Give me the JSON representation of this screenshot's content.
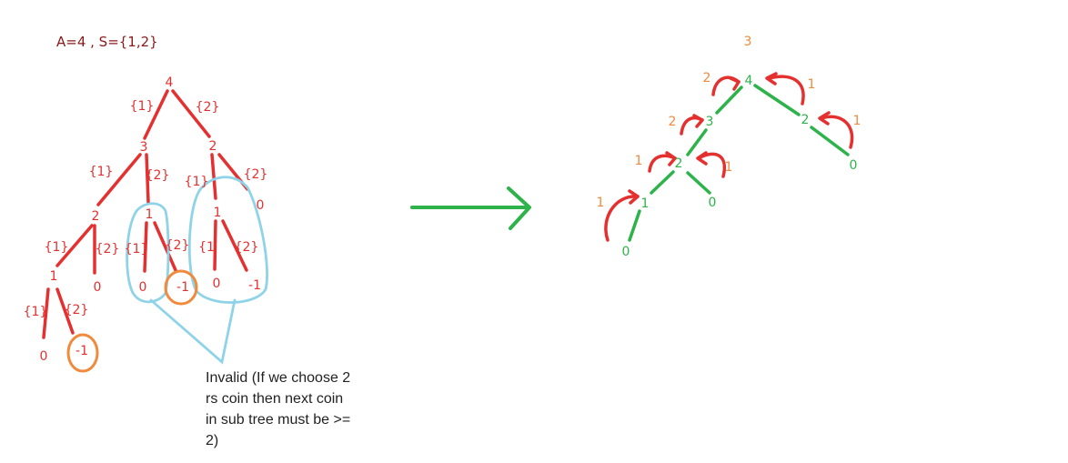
{
  "title": "A=4 , S={1,2}",
  "left_tree": {
    "nodes": {
      "n4": "4",
      "n3": "3",
      "n2r": "2",
      "n2l": "2",
      "n1a": "1",
      "n0r": "0",
      "n1l": "1",
      "n0b": "0",
      "n0a": "0",
      "nm1a": "-1",
      "n1b": "1",
      "n0c": "0",
      "nm1b": "-1",
      "n0d": "0",
      "nm1c": "-1"
    },
    "edge_labels": {
      "e4_3": "{1}",
      "e4_2": "{2}",
      "e3_2": "{1}",
      "e3_1": "{2}",
      "e2_1b": "{1}",
      "e2_0r": "{2}",
      "e2_1": "{1}",
      "e2_0": "{2}",
      "e1a_0": "{1}",
      "e1a_m1": "{2}",
      "e1b_0": "{1",
      "e1b_m1": "{2}",
      "e1_0": "{1}",
      "e1_m1": "{2}"
    }
  },
  "note_lines": [
    "Invalid (If we choose 2",
    "rs coin then next coin",
    "in sub tree must be >=",
    "2)"
  ],
  "right_tree": {
    "root_count": "3",
    "nodes": {
      "r4": "4",
      "r3": "3",
      "r2a": "2",
      "r2b": "2",
      "r1": "1",
      "r0a": "0",
      "r0b": "0",
      "r0c": "0"
    },
    "counts": {
      "c4": "2",
      "c3": "2",
      "c2": "1",
      "c1": "1",
      "c2a": "1",
      "c2b": "1",
      "c2c": "1"
    }
  },
  "colors": {
    "red": "#e53030",
    "green": "#2db34a",
    "orange": "#f08a3c",
    "lightblue": "#8fd3e8",
    "darkred": "#8a1a1a"
  }
}
